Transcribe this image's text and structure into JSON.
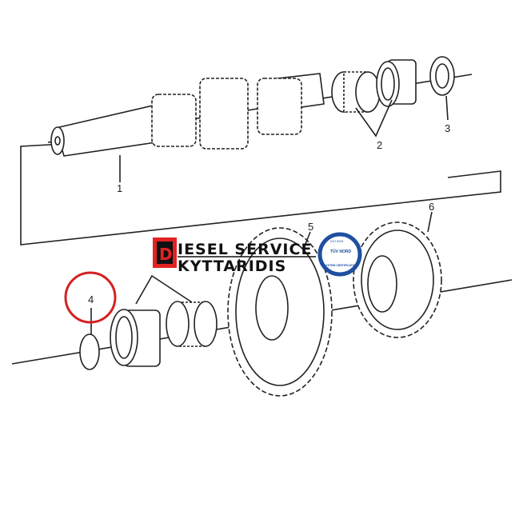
{
  "callouts": {
    "shaft": "1",
    "bearing_pair_top": "2",
    "seal": "3",
    "circlip": "4",
    "gear_large": "5",
    "gear_right": "6"
  },
  "logo": {
    "initial": "D",
    "line1": "IESEL SERVICE",
    "line2": "KYTTARIDIS"
  },
  "certification_badge": {
    "top": "ISO 9001",
    "middle": "TÜV NORD",
    "bottom": "SYSTEM CERTIFICATION"
  },
  "colors": {
    "highlight_circle": "#d42020",
    "logo_red": "#e32222",
    "badge_blue": "#1f4fa0"
  }
}
